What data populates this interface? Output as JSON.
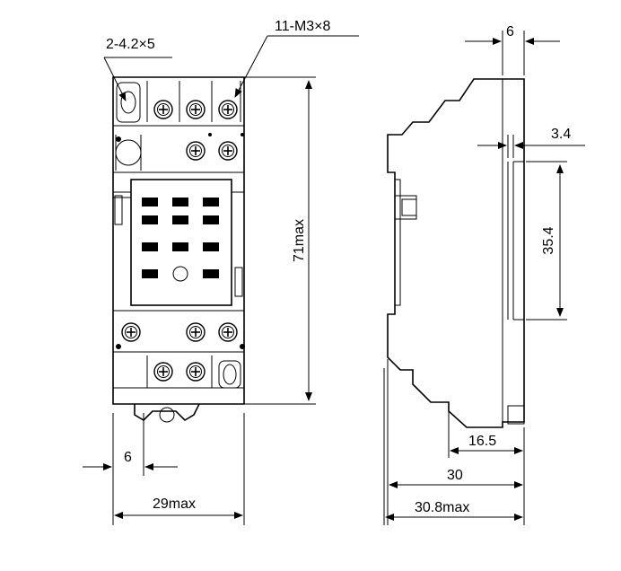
{
  "labels": {
    "mount_holes": "2-4.2×5",
    "terminal_screws": "11-M3×8",
    "height_max": "71max",
    "hole_offset": "6",
    "width_max": "29max",
    "side_top_width": "6",
    "rail_lip": "3.4",
    "rail_height": "35.4",
    "rail_depth": "16.5",
    "depth": "30",
    "depth_max": "30.8max"
  }
}
